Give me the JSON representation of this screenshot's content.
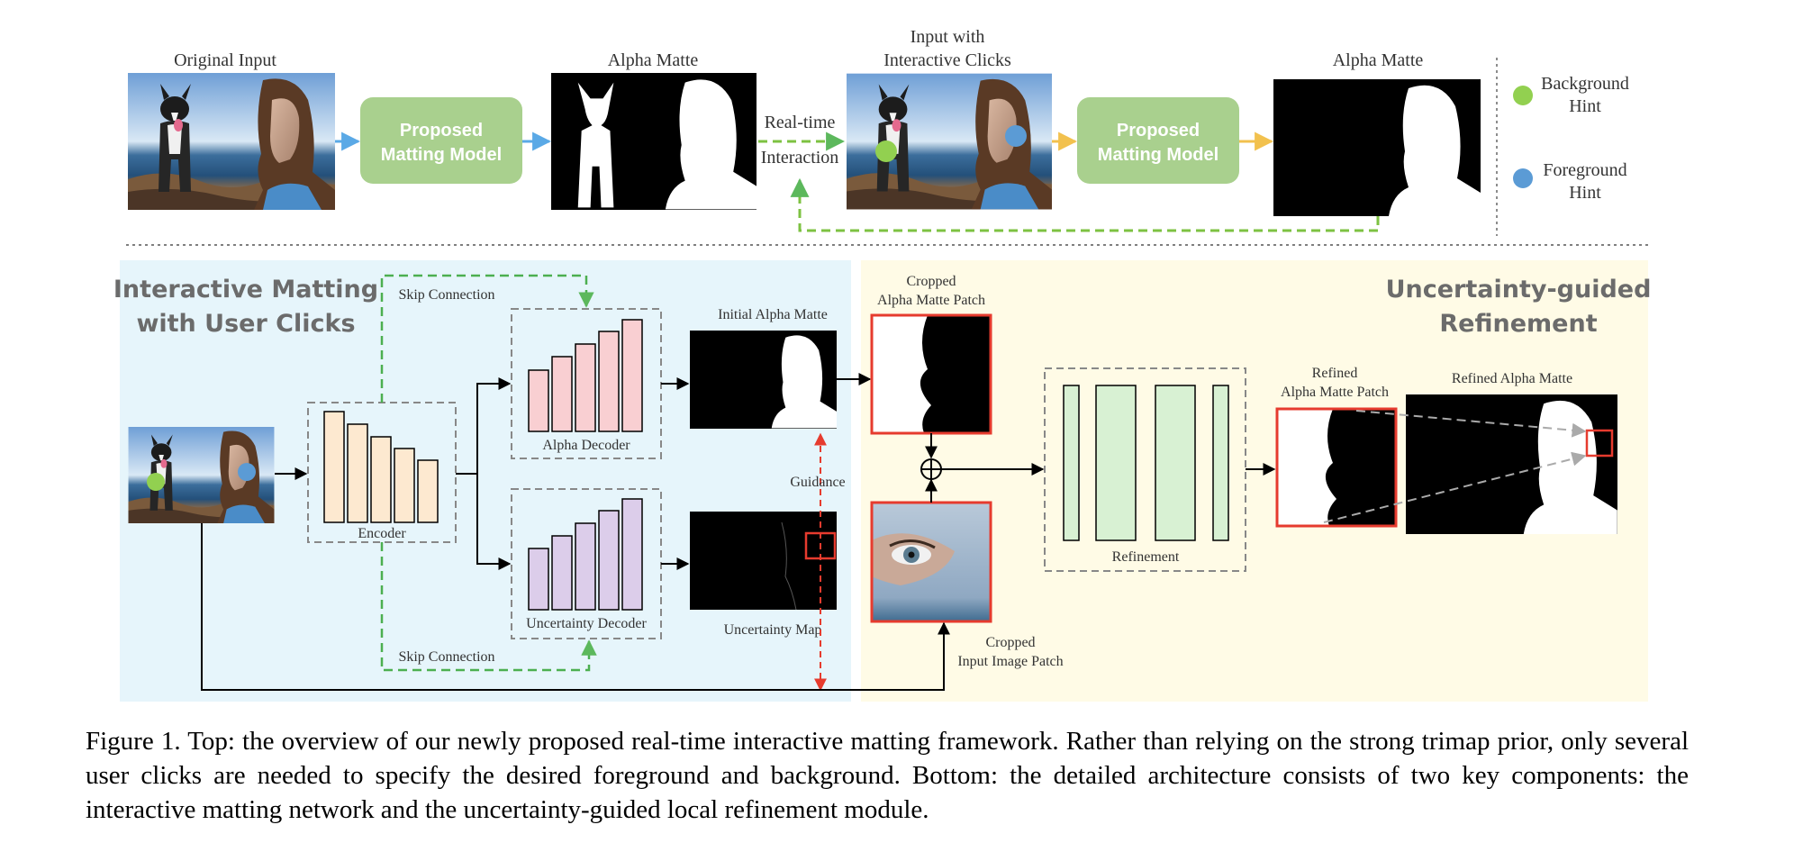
{
  "top": {
    "original_input_label": "Original Input",
    "model_label_1_line1": "Proposed",
    "model_label_1_line2": "Matting Model",
    "alpha_matte_label_1": "Alpha Matte",
    "realtime_line1": "Real-time",
    "realtime_line2": "Interaction",
    "clicks_label_line1": "Input with",
    "clicks_label_line2": "Interactive Clicks",
    "model_label_2_line1": "Proposed",
    "model_label_2_line2": "Matting Model",
    "alpha_matte_label_2": "Alpha Matte"
  },
  "legend": {
    "background_line1": "Background",
    "background_line2": "Hint",
    "foreground_line1": "Foreground",
    "foreground_line2": "Hint"
  },
  "left_panel": {
    "title_line1": "Interactive Matting",
    "title_line2": "with User Clicks",
    "skip_top": "Skip Connection",
    "skip_bottom": "Skip Connection",
    "encoder": "Encoder",
    "alpha_decoder": "Alpha Decoder",
    "uncertainty_decoder": "Uncertainty Decoder",
    "initial_alpha": "Initial Alpha Matte",
    "uncertainty_map": "Uncertainty Map",
    "guidance": "Guidance"
  },
  "right_panel": {
    "title_line1": "Uncertainty-guided",
    "title_line2": "Refinement",
    "cropped_alpha_line1": "Cropped",
    "cropped_alpha_line2": "Alpha Matte Patch",
    "cropped_input_line1": "Cropped",
    "cropped_input_line2": "Input Image Patch",
    "refinement": "Refinement",
    "refined_patch_line1": "Refined",
    "refined_patch_line2": "Alpha Matte Patch",
    "refined_alpha": "Refined Alpha Matte"
  },
  "caption": {
    "text": "Figure 1. Top: the overview of our newly proposed real-time interactive matting framework. Rather than relying on the strong trimap prior, only several user clicks are needed to specify the desired foreground and background. Bottom: the detailed architecture consists of two key components: the interactive matting network and the uncertainty-guided local refinement module."
  },
  "colors": {
    "model_box": "#a9d08e",
    "background_hint": "#92d050",
    "foreground_hint": "#5b9bd5",
    "arrow_blue": "#5aa9e6",
    "arrow_yellow": "#f2c14e",
    "dashed_green": "#7dc242",
    "left_panel_bg": "#e6f5fb",
    "right_panel_bg": "#fffbe6",
    "encoder_bar": "#fde9d0",
    "alpha_bar": "#f9cfd2",
    "uncertainty_bar": "#dccdea",
    "refine_bar": "#d8f1d3",
    "highlight_red": "#e63b2e"
  }
}
